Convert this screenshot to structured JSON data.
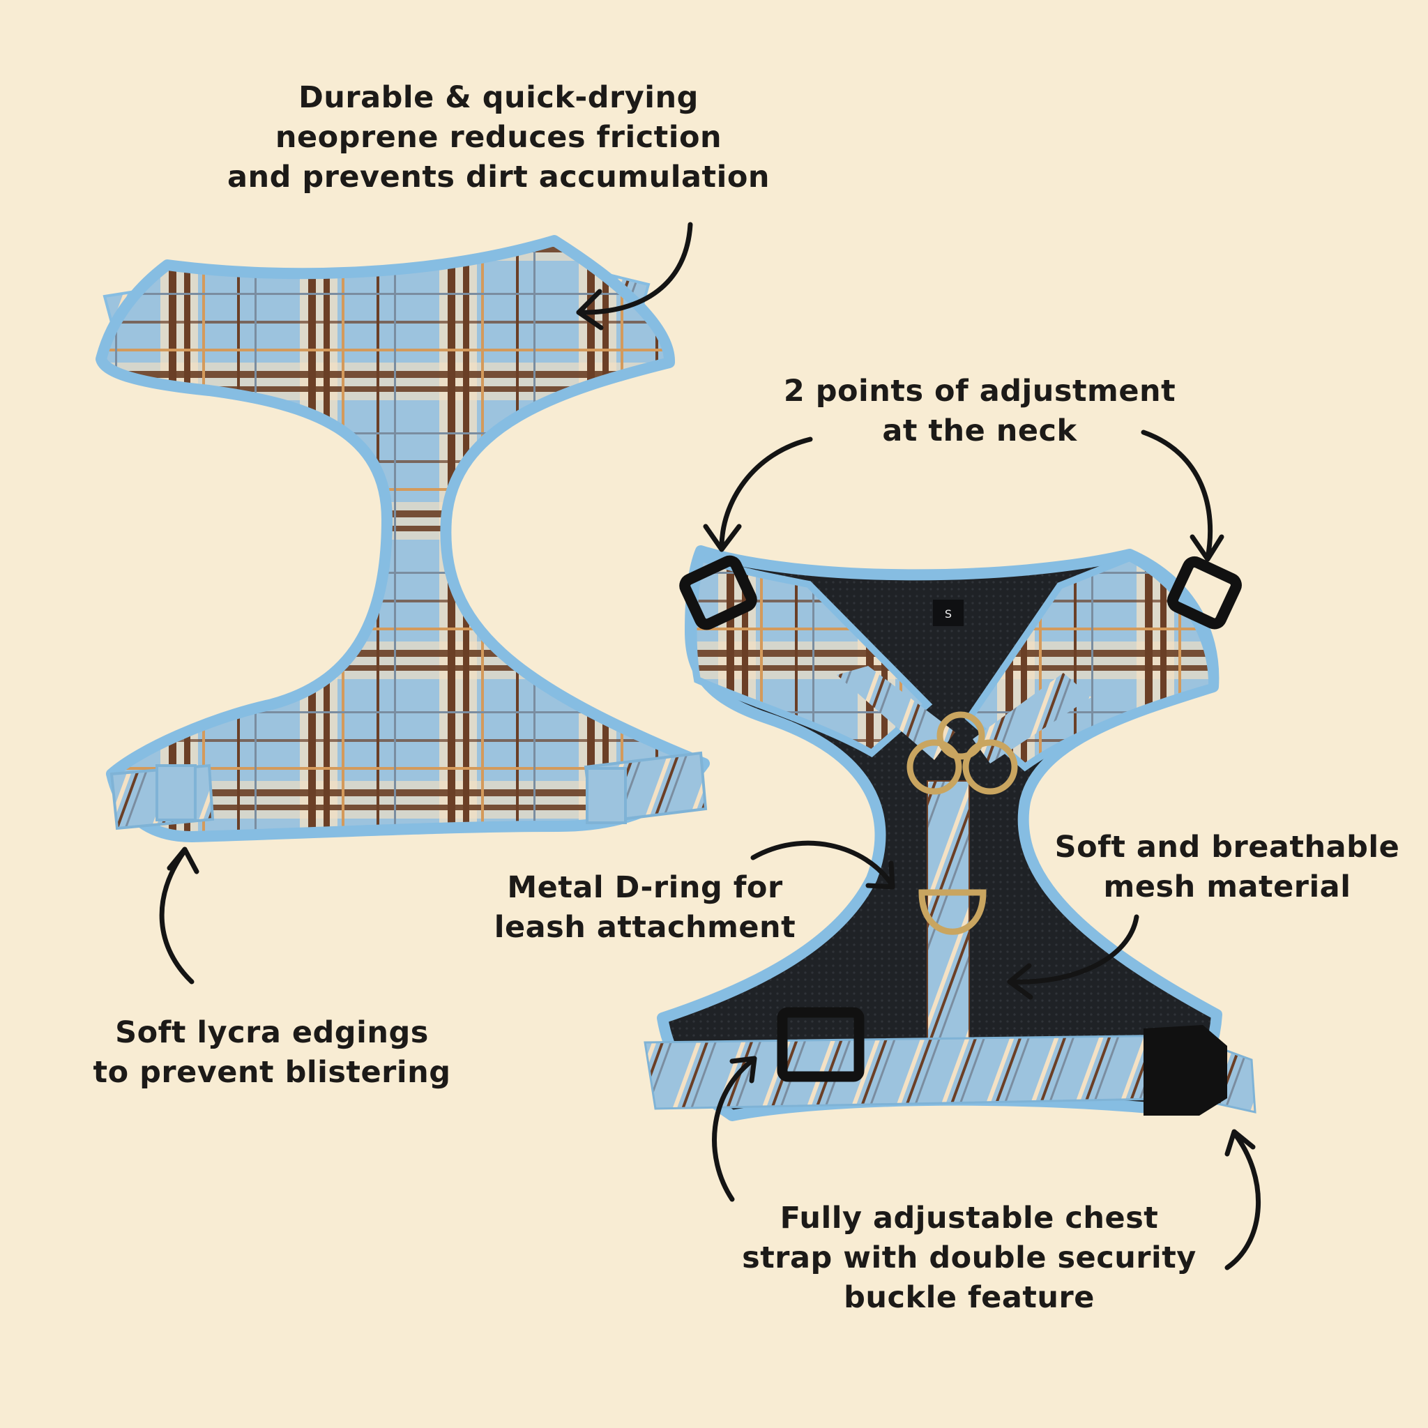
{
  "background_color": "#f8ecd3",
  "colors": {
    "plaid_blue": "#9cc3de",
    "trim_blue": "#86bde2",
    "plaid_brown": "#6b3f26",
    "plaid_cream": "#f4e1c4",
    "plaid_tan": "#d49a5b",
    "mesh_black": "#1f2226",
    "brass": "#c9a560",
    "text": "#1c1a18"
  },
  "callouts": {
    "neoprene": [
      "Durable & quick-drying",
      "neoprene reduces friction",
      "and prevents dirt accumulation"
    ],
    "neck": [
      "2 points of adjustment",
      "at the neck"
    ],
    "mesh": [
      "Soft and breathable",
      "mesh material"
    ],
    "dring": [
      "Metal D-ring for",
      "leash attachment"
    ],
    "lycra": [
      "Soft lycra edgings",
      "to prevent blistering"
    ],
    "chest": [
      "Fully adjustable chest",
      "strap with double security",
      "buckle feature"
    ]
  },
  "size_tag": "S",
  "icons": [
    "curved-arrow-icon",
    "d-ring-icon",
    "slide-adjuster-icon",
    "side-release-buckle-icon"
  ]
}
